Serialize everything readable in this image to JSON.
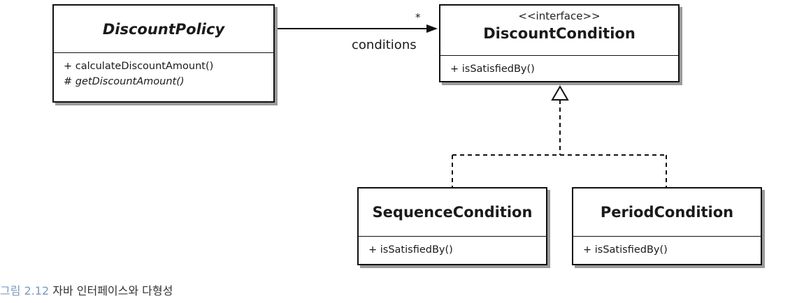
{
  "classes": {
    "discount_policy": {
      "name": "DiscountPolicy",
      "operations": [
        "+ calculateDiscountAmount()",
        "# getDiscountAmount()"
      ]
    },
    "discount_condition": {
      "stereotype": "<<interface>>",
      "name": "DiscountCondition",
      "operations": [
        "+ isSatisfiedBy()"
      ]
    },
    "sequence_condition": {
      "name": "SequenceCondition",
      "operations": [
        "+ isSatisfiedBy()"
      ]
    },
    "period_condition": {
      "name": "PeriodCondition",
      "operations": [
        "+ isSatisfiedBy()"
      ]
    }
  },
  "association": {
    "label": "conditions",
    "multiplicity": "*"
  },
  "caption": {
    "figure": "그림 2.12",
    "text": "자바 인터페이스와 다형성"
  },
  "colors": {
    "line": "#111111",
    "shadow": "#9a9a9a",
    "caption_accent": "#7a9bbf"
  }
}
